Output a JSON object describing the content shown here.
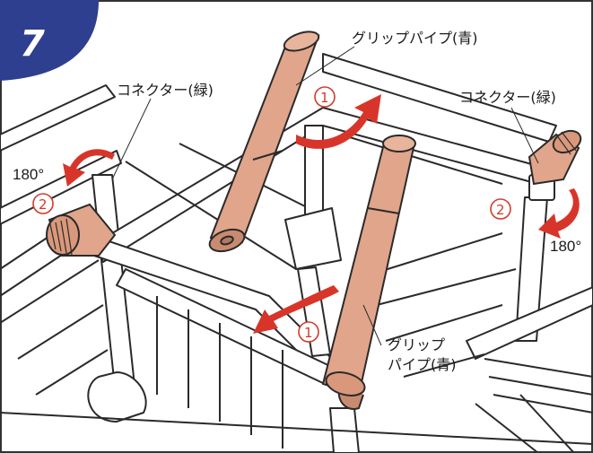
{
  "step_number": "7",
  "labels": {
    "grip_pipe_top": "グリップパイプ(青)",
    "grip_pipe_bottom_line1": "グリップ",
    "grip_pipe_bottom_line2": "パイプ(青)",
    "connector_left": "コネクター(緑)",
    "connector_right": "コネクター(緑)",
    "angle_left": "180°",
    "angle_right": "180°",
    "step1_top": "1",
    "step1_bottom": "1",
    "step2_left": "2",
    "step2_right": "2"
  },
  "colors": {
    "badge": "#2e3f8f",
    "grip_pipe": "#e0a58a",
    "grip_pipe_shade": "#c98b70",
    "arrow": "#d8352a",
    "frame_line": "#2a2a2a"
  }
}
